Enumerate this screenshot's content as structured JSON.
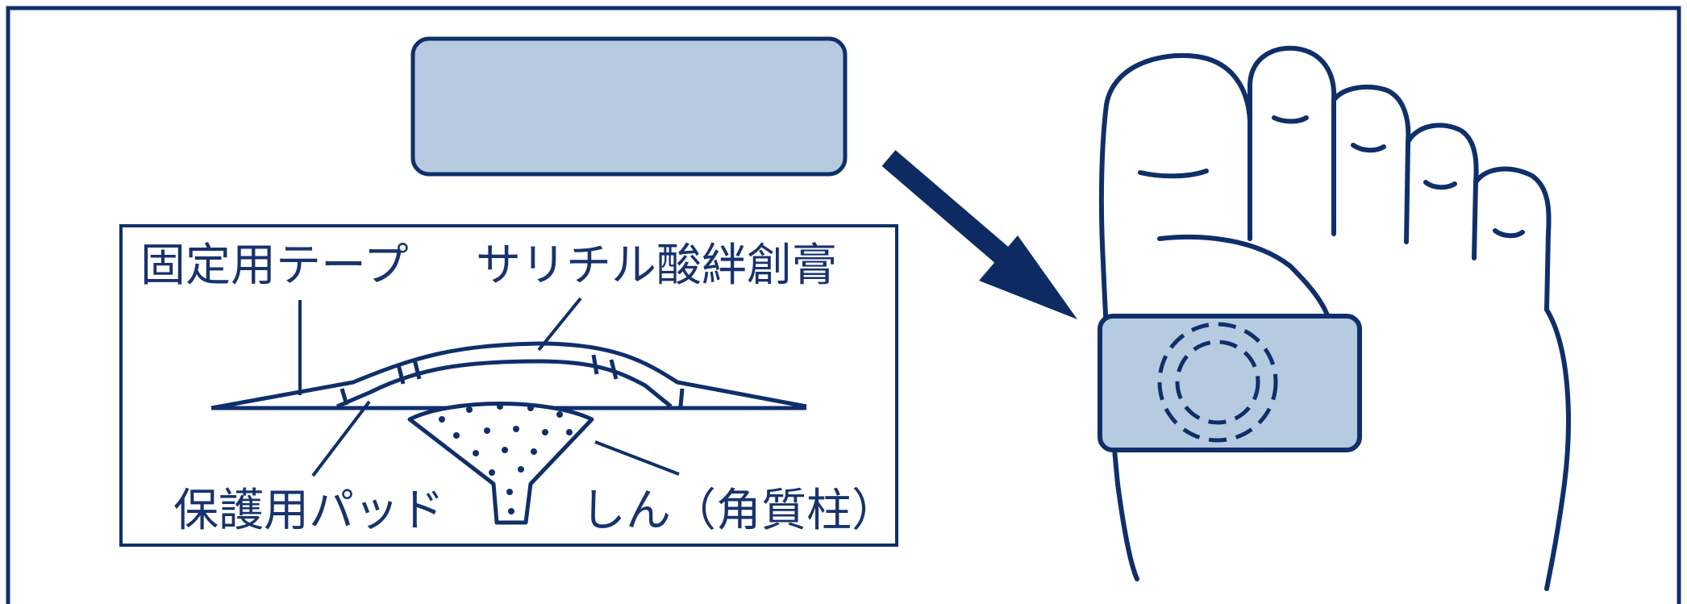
{
  "labels": {
    "fixing_tape": "固定用テープ",
    "salicylic_plaster": "サリチル酸絆創膏",
    "protective_pad": "保護用パッド",
    "core": "しん（角質柱）"
  },
  "colors": {
    "line": "#0f2f6b",
    "text": "#17336e",
    "fill": "#b6cae0",
    "arrow": "#0d2a63",
    "background": "#ffffff"
  },
  "icons": {
    "arrow": "arrow-down-right-icon",
    "foot": "foot-sole-icon",
    "plaster": "plaster-pad-icon"
  }
}
